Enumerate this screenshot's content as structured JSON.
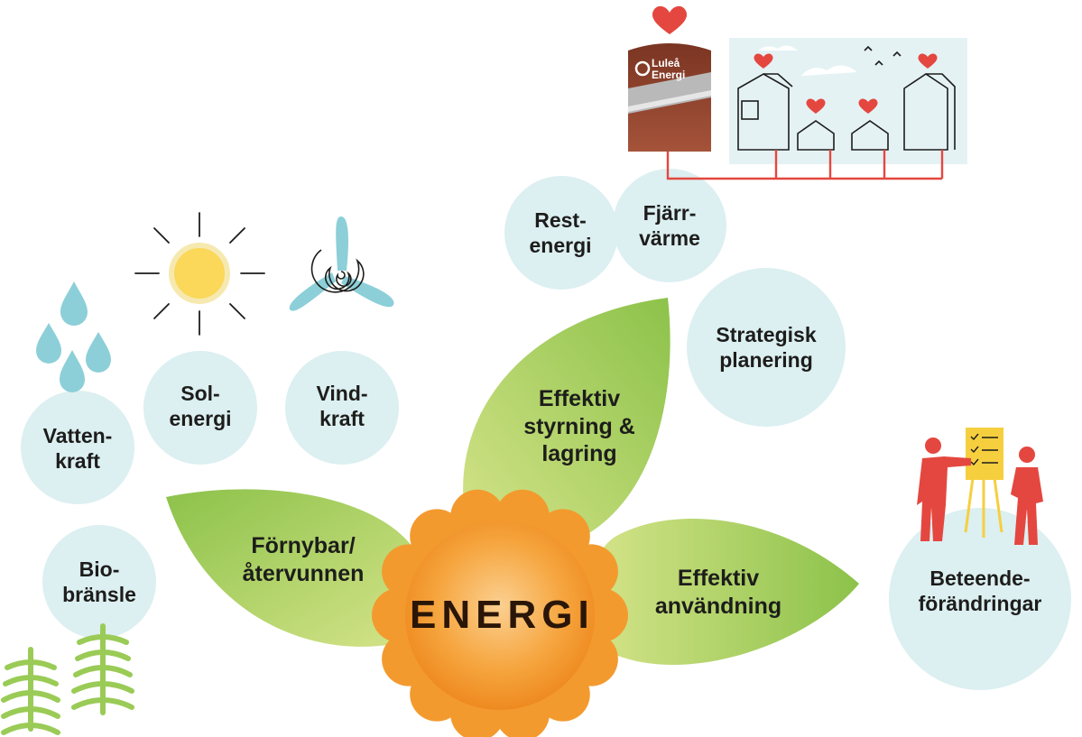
{
  "colors": {
    "bubble": "#dceff1",
    "leaf_light": "#cfe07a",
    "leaf_dark": "#8cc24a",
    "flower_petal": "#f39a2e",
    "flower_center": "#f7b04a",
    "figure_red": "#e4473f",
    "plant_building": "#9c4a30",
    "water_drop": "#8ccfd8",
    "sun": "#f6cf3f",
    "turbine": "#8ccfd8",
    "pipe": "#e4473f",
    "trees": "#8cc24a"
  },
  "center": {
    "label": "ENERGI"
  },
  "leaves": {
    "fornybar": {
      "line1": "Förnybar/",
      "line2": "återvunnen"
    },
    "effektiv_styrning": {
      "line1": "Effektiv",
      "line2": "styrning &",
      "line3": "lagring"
    },
    "effektiv_anvandning": {
      "line1": "Effektiv",
      "line2": "användning"
    }
  },
  "bubbles": {
    "vattenkraft": {
      "line1": "Vatten-",
      "line2": "kraft"
    },
    "solenergi": {
      "line1": "Sol-",
      "line2": "energi"
    },
    "vindkraft": {
      "line1": "Vind-",
      "line2": "kraft"
    },
    "biobransle": {
      "line1": "Bio-",
      "line2": "bränsle"
    },
    "restenergi": {
      "line1": "Rest-",
      "line2": "energi"
    },
    "fjarrvarme": {
      "line1": "Fjärr-",
      "line2": "värme"
    },
    "strategisk": {
      "line1": "Strategisk",
      "line2": "planering"
    },
    "beteende": {
      "line1": "Beteende-",
      "line2": "förändringar"
    }
  },
  "plant_logo": {
    "line1": "Luleå",
    "line2": "Energi"
  },
  "icons": {
    "water": "water-drops-icon",
    "sun": "sun-icon",
    "turbine": "wind-turbine-icon",
    "trees": "fir-trees-icon",
    "heart": "heart-icon",
    "plant": "power-plant-icon",
    "houses": "houses-icon",
    "people": "presentation-people-icon"
  }
}
